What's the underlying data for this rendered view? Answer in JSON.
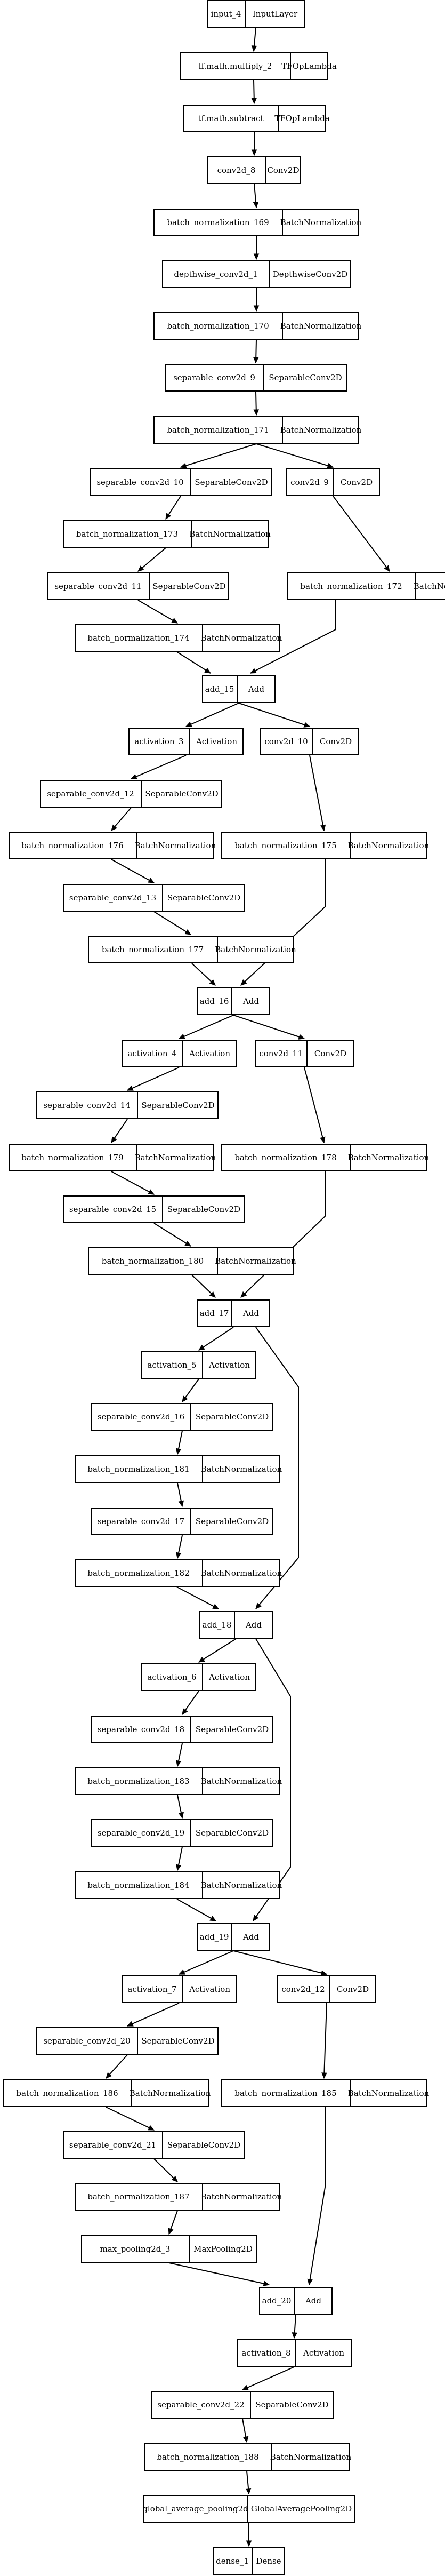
{
  "diagram": {
    "nodes": [
      {
        "id": "input_4",
        "name": "input_4",
        "type": "InputLayer"
      },
      {
        "id": "mul_2",
        "name": "tf.math.multiply_2",
        "type": "TFOpLambda"
      },
      {
        "id": "sub",
        "name": "tf.math.subtract",
        "type": "TFOpLambda"
      },
      {
        "id": "conv2d_8",
        "name": "conv2d_8",
        "type": "Conv2D"
      },
      {
        "id": "bn_169",
        "name": "batch_normalization_169",
        "type": "BatchNormalization"
      },
      {
        "id": "dw_1",
        "name": "depthwise_conv2d_1",
        "type": "DepthwiseConv2D"
      },
      {
        "id": "bn_170",
        "name": "batch_normalization_170",
        "type": "BatchNormalization"
      },
      {
        "id": "sep_9",
        "name": "separable_conv2d_9",
        "type": "SeparableConv2D"
      },
      {
        "id": "bn_171",
        "name": "batch_normalization_171",
        "type": "BatchNormalization"
      },
      {
        "id": "sep_10",
        "name": "separable_conv2d_10",
        "type": "SeparableConv2D"
      },
      {
        "id": "conv2d_9",
        "name": "conv2d_9",
        "type": "Conv2D"
      },
      {
        "id": "bn_173",
        "name": "batch_normalization_173",
        "type": "BatchNormalization"
      },
      {
        "id": "sep_11",
        "name": "separable_conv2d_11",
        "type": "SeparableConv2D"
      },
      {
        "id": "bn_172",
        "name": "batch_normalization_172",
        "type": "BatchNormalization"
      },
      {
        "id": "bn_174",
        "name": "batch_normalization_174",
        "type": "BatchNormalization"
      },
      {
        "id": "add_15",
        "name": "add_15",
        "type": "Add"
      },
      {
        "id": "act_3",
        "name": "activation_3",
        "type": "Activation"
      },
      {
        "id": "conv2d_10",
        "name": "conv2d_10",
        "type": "Conv2D"
      },
      {
        "id": "sep_12",
        "name": "separable_conv2d_12",
        "type": "SeparableConv2D"
      },
      {
        "id": "bn_176",
        "name": "batch_normalization_176",
        "type": "BatchNormalization"
      },
      {
        "id": "bn_175",
        "name": "batch_normalization_175",
        "type": "BatchNormalization"
      },
      {
        "id": "sep_13",
        "name": "separable_conv2d_13",
        "type": "SeparableConv2D"
      },
      {
        "id": "bn_177",
        "name": "batch_normalization_177",
        "type": "BatchNormalization"
      },
      {
        "id": "add_16",
        "name": "add_16",
        "type": "Add"
      },
      {
        "id": "act_4",
        "name": "activation_4",
        "type": "Activation"
      },
      {
        "id": "conv2d_11",
        "name": "conv2d_11",
        "type": "Conv2D"
      },
      {
        "id": "sep_14",
        "name": "separable_conv2d_14",
        "type": "SeparableConv2D"
      },
      {
        "id": "bn_179",
        "name": "batch_normalization_179",
        "type": "BatchNormalization"
      },
      {
        "id": "bn_178",
        "name": "batch_normalization_178",
        "type": "BatchNormalization"
      },
      {
        "id": "sep_15",
        "name": "separable_conv2d_15",
        "type": "SeparableConv2D"
      },
      {
        "id": "bn_180",
        "name": "batch_normalization_180",
        "type": "BatchNormalization"
      },
      {
        "id": "add_17",
        "name": "add_17",
        "type": "Add"
      },
      {
        "id": "act_5",
        "name": "activation_5",
        "type": "Activation"
      },
      {
        "id": "sep_16",
        "name": "separable_conv2d_16",
        "type": "SeparableConv2D"
      },
      {
        "id": "bn_181",
        "name": "batch_normalization_181",
        "type": "BatchNormalization"
      },
      {
        "id": "sep_17",
        "name": "separable_conv2d_17",
        "type": "SeparableConv2D"
      },
      {
        "id": "bn_182",
        "name": "batch_normalization_182",
        "type": "BatchNormalization"
      },
      {
        "id": "add_18",
        "name": "add_18",
        "type": "Add"
      },
      {
        "id": "act_6",
        "name": "activation_6",
        "type": "Activation"
      },
      {
        "id": "sep_18",
        "name": "separable_conv2d_18",
        "type": "SeparableConv2D"
      },
      {
        "id": "bn_183",
        "name": "batch_normalization_183",
        "type": "BatchNormalization"
      },
      {
        "id": "sep_19",
        "name": "separable_conv2d_19",
        "type": "SeparableConv2D"
      },
      {
        "id": "bn_184",
        "name": "batch_normalization_184",
        "type": "BatchNormalization"
      },
      {
        "id": "add_19",
        "name": "add_19",
        "type": "Add"
      },
      {
        "id": "act_7",
        "name": "activation_7",
        "type": "Activation"
      },
      {
        "id": "conv2d_12",
        "name": "conv2d_12",
        "type": "Conv2D"
      },
      {
        "id": "sep_20",
        "name": "separable_conv2d_20",
        "type": "SeparableConv2D"
      },
      {
        "id": "bn_186",
        "name": "batch_normalization_186",
        "type": "BatchNormalization"
      },
      {
        "id": "bn_185",
        "name": "batch_normalization_185",
        "type": "BatchNormalization"
      },
      {
        "id": "sep_21",
        "name": "separable_conv2d_21",
        "type": "SeparableConv2D"
      },
      {
        "id": "bn_187",
        "name": "batch_normalization_187",
        "type": "BatchNormalization"
      },
      {
        "id": "pool_3",
        "name": "max_pooling2d_3",
        "type": "MaxPooling2D"
      },
      {
        "id": "add_20",
        "name": "add_20",
        "type": "Add"
      },
      {
        "id": "act_8",
        "name": "activation_8",
        "type": "Activation"
      },
      {
        "id": "sep_22",
        "name": "separable_conv2d_22",
        "type": "SeparableConv2D"
      },
      {
        "id": "bn_188",
        "name": "batch_normalization_188",
        "type": "BatchNormalization"
      },
      {
        "id": "gap_2",
        "name": "global_average_pooling2d",
        "type": "GlobalAveragePooling2D"
      },
      {
        "id": "dense_1",
        "name": "dense_1",
        "type": "Dense"
      }
    ],
    "edges": [
      [
        "input_4",
        "mul_2"
      ],
      [
        "mul_2",
        "sub"
      ],
      [
        "sub",
        "conv2d_8"
      ],
      [
        "conv2d_8",
        "bn_169"
      ],
      [
        "bn_169",
        "dw_1"
      ],
      [
        "dw_1",
        "bn_170"
      ],
      [
        "bn_170",
        "sep_9"
      ],
      [
        "sep_9",
        "bn_171"
      ],
      [
        "bn_171",
        "sep_10"
      ],
      [
        "bn_171",
        "conv2d_9"
      ],
      [
        "sep_10",
        "bn_173"
      ],
      [
        "bn_173",
        "sep_11"
      ],
      [
        "conv2d_9",
        "bn_172"
      ],
      [
        "sep_11",
        "bn_174"
      ],
      [
        "bn_174",
        "add_15"
      ],
      [
        "bn_172",
        "add_15"
      ],
      [
        "add_15",
        "act_3"
      ],
      [
        "add_15",
        "conv2d_10"
      ],
      [
        "act_3",
        "sep_12"
      ],
      [
        "sep_12",
        "bn_176"
      ],
      [
        "conv2d_10",
        "bn_175"
      ],
      [
        "bn_176",
        "sep_13"
      ],
      [
        "sep_13",
        "bn_177"
      ],
      [
        "bn_177",
        "add_16"
      ],
      [
        "bn_175",
        "add_16"
      ],
      [
        "add_16",
        "act_4"
      ],
      [
        "add_16",
        "conv2d_11"
      ],
      [
        "act_4",
        "sep_14"
      ],
      [
        "sep_14",
        "bn_179"
      ],
      [
        "conv2d_11",
        "bn_178"
      ],
      [
        "bn_179",
        "sep_15"
      ],
      [
        "sep_15",
        "bn_180"
      ],
      [
        "bn_180",
        "add_17"
      ],
      [
        "bn_178",
        "add_17"
      ],
      [
        "add_17",
        "act_5"
      ],
      [
        "add_17",
        "add_18"
      ],
      [
        "act_5",
        "sep_16"
      ],
      [
        "sep_16",
        "bn_181"
      ],
      [
        "bn_181",
        "sep_17"
      ],
      [
        "sep_17",
        "bn_182"
      ],
      [
        "bn_182",
        "add_18"
      ],
      [
        "add_18",
        "act_6"
      ],
      [
        "add_18",
        "add_19"
      ],
      [
        "act_6",
        "sep_18"
      ],
      [
        "sep_18",
        "bn_183"
      ],
      [
        "bn_183",
        "sep_19"
      ],
      [
        "sep_19",
        "bn_184"
      ],
      [
        "bn_184",
        "add_19"
      ],
      [
        "add_19",
        "act_7"
      ],
      [
        "add_19",
        "conv2d_12"
      ],
      [
        "act_7",
        "sep_20"
      ],
      [
        "sep_20",
        "bn_186"
      ],
      [
        "conv2d_12",
        "bn_185"
      ],
      [
        "bn_186",
        "sep_21"
      ],
      [
        "sep_21",
        "bn_187"
      ],
      [
        "bn_187",
        "pool_3"
      ],
      [
        "pool_3",
        "add_20"
      ],
      [
        "bn_185",
        "add_20"
      ],
      [
        "add_20",
        "act_8"
      ],
      [
        "act_8",
        "sep_22"
      ],
      [
        "sep_22",
        "bn_188"
      ],
      [
        "bn_188",
        "gap_2"
      ],
      [
        "gap_2",
        "dense_1"
      ]
    ]
  }
}
